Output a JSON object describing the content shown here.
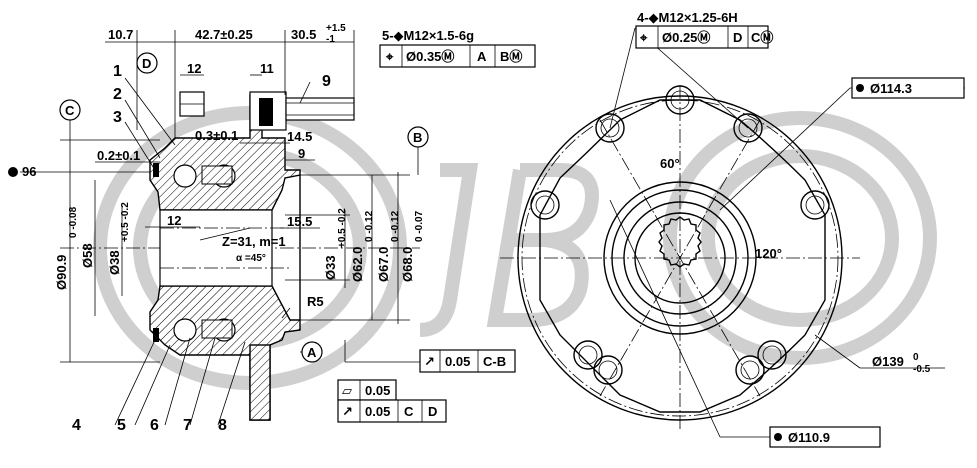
{
  "dims_top": {
    "d10_7": "10.7",
    "d42_7": "42.7±0.25",
    "d30_5": "30.5",
    "d30_5_tol_upper": "+1.5",
    "d30_5_tol_lower": "-1",
    "d12": "12",
    "d11": "11",
    "d0_3": "0.3±0.1",
    "d14_5": "14.5",
    "d9": "9",
    "d0_2": "0.2±0.1",
    "d12b": "12",
    "d15_5": "15.5",
    "r5": "R5"
  },
  "datums": {
    "a": "A",
    "b": "B",
    "c": "C",
    "d": "D"
  },
  "callouts": {
    "c1": "1",
    "c2": "2",
    "c3": "3",
    "c4": "4",
    "c5": "5",
    "c6": "6",
    "c7": "7",
    "c8": "8",
    "c9": "9"
  },
  "spline": {
    "z": "Z=31,  m=1",
    "alpha": "α =45°"
  },
  "vertical_dims": {
    "d96": "96",
    "d90_9": "Ø90.9",
    "d90_9_tol": "0 -0.08",
    "d58": "Ø58",
    "d38": "Ø38",
    "d38_tol": "+0.5 -0.2",
    "d33": "Ø33",
    "d33_tol": "+0.5 -0.2",
    "d62": "Ø62.0",
    "d62_tol": "0 -0.12",
    "d67": "Ø67.0",
    "d67_tol": "0 -0.12",
    "d68": "Ø68.0",
    "d68_tol": "0 -0.07"
  },
  "fcf_bolt": {
    "title": "5-◆M12×1.5-6g",
    "cells": [
      "Ø0.35Ⓜ",
      "A",
      "BⓂ"
    ]
  },
  "fcf_runout_cb": {
    "cells": [
      "0.05",
      "C-B"
    ]
  },
  "fcf_flat": {
    "cells": [
      "0.05"
    ]
  },
  "fcf_runout_cd": {
    "cells": [
      "0.05",
      "C",
      "D"
    ]
  },
  "front_view": {
    "threads": "4-◆M12×1.25-6H",
    "fcf_cells": [
      "Ø0.25Ⓜ",
      "D",
      "CⓂ"
    ],
    "d114_3": "Ø114.3",
    "angle60": "60°",
    "angle120": "120°",
    "d139": "Ø139",
    "d139_tol_upper": "0",
    "d139_tol_lower": "-0.5",
    "d110_9": "Ø110.9"
  }
}
